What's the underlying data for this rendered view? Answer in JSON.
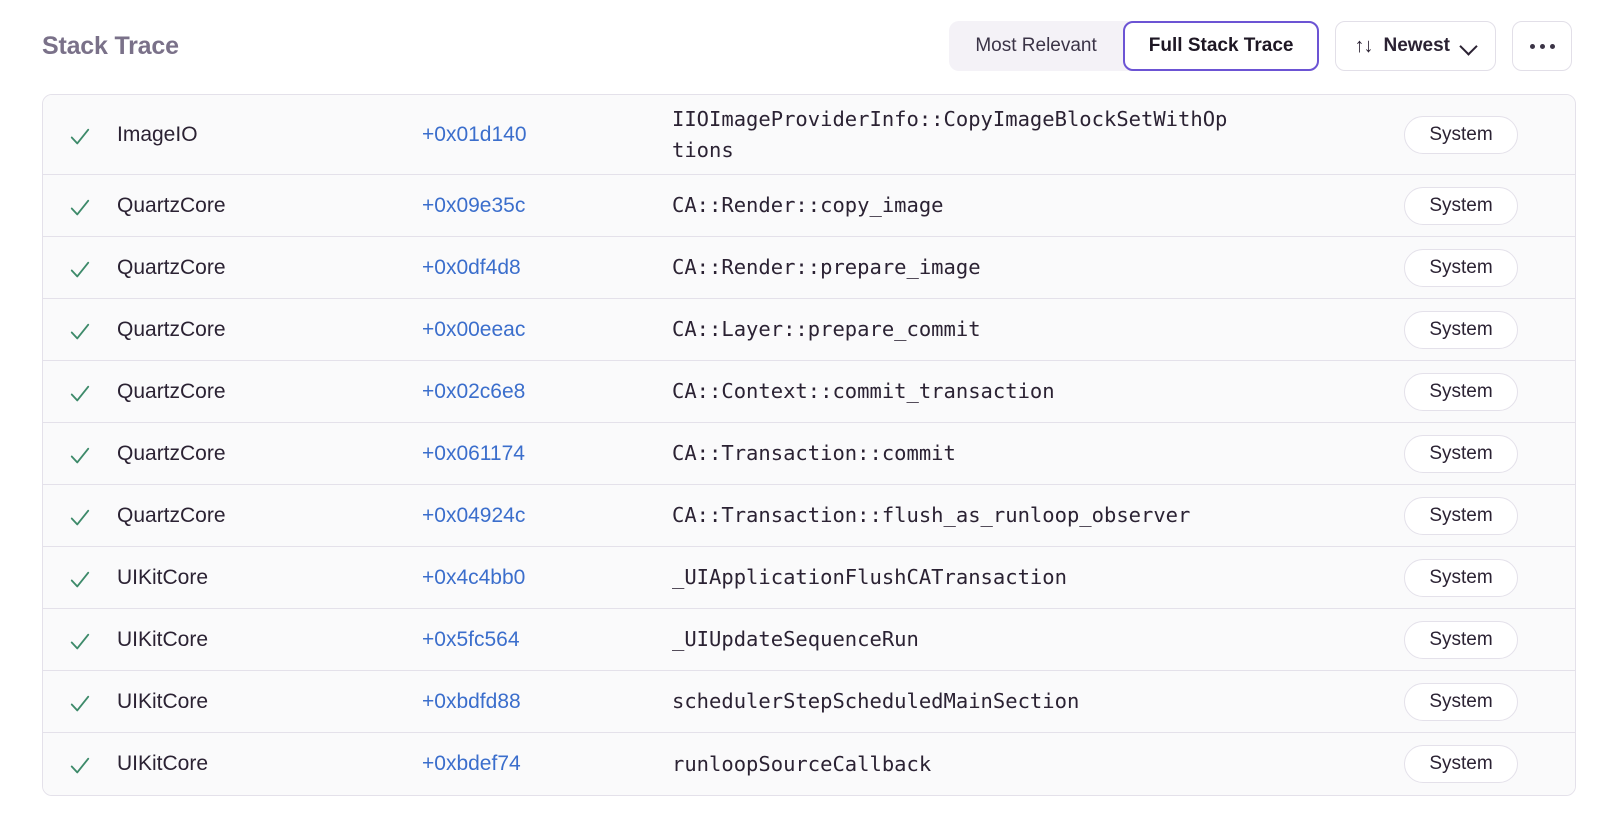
{
  "header": {
    "title": "Stack Trace",
    "segmented": {
      "options": [
        {
          "label": "Most Relevant",
          "selected": false
        },
        {
          "label": "Full Stack Trace",
          "selected": true
        }
      ]
    },
    "sort_button": {
      "icon": "sort-arrows-icon",
      "glyph": "↑↓",
      "label": "Newest",
      "chevron": "chevron-down-icon"
    },
    "more_button": {
      "icon": "ellipsis-icon",
      "label": "•••"
    }
  },
  "colors": {
    "title": "#7a7189",
    "accent_purple": "#6c54d4",
    "offset_blue": "#3b6ecc",
    "check_green": "#3d8a6a",
    "row_bg": "#fafafb",
    "border": "#e4e1ea",
    "segment_bg": "#f4f2f7"
  },
  "frames": [
    {
      "status": "check-icon",
      "module": "ImageIO",
      "offset": "+0x01d140",
      "function": "IIOImageProviderInfo::CopyImageBlockSetWithOp\ntions",
      "badge": "System",
      "wrapped": true
    },
    {
      "status": "check-icon",
      "module": "QuartzCore",
      "offset": "+0x09e35c",
      "function": "CA::Render::copy_image",
      "badge": "System",
      "wrapped": false
    },
    {
      "status": "check-icon",
      "module": "QuartzCore",
      "offset": "+0x0df4d8",
      "function": "CA::Render::prepare_image",
      "badge": "System",
      "wrapped": false
    },
    {
      "status": "check-icon",
      "module": "QuartzCore",
      "offset": "+0x00eeac",
      "function": "CA::Layer::prepare_commit",
      "badge": "System",
      "wrapped": false
    },
    {
      "status": "check-icon",
      "module": "QuartzCore",
      "offset": "+0x02c6e8",
      "function": "CA::Context::commit_transaction",
      "badge": "System",
      "wrapped": false
    },
    {
      "status": "check-icon",
      "module": "QuartzCore",
      "offset": "+0x061174",
      "function": "CA::Transaction::commit",
      "badge": "System",
      "wrapped": false
    },
    {
      "status": "check-icon",
      "module": "QuartzCore",
      "offset": "+0x04924c",
      "function": "CA::Transaction::flush_as_runloop_observer",
      "badge": "System",
      "wrapped": false
    },
    {
      "status": "check-icon",
      "module": "UIKitCore",
      "offset": "+0x4c4bb0",
      "function": "_UIApplicationFlushCATransaction",
      "badge": "System",
      "wrapped": false
    },
    {
      "status": "check-icon",
      "module": "UIKitCore",
      "offset": "+0x5fc564",
      "function": "_UIUpdateSequenceRun",
      "badge": "System",
      "wrapped": false
    },
    {
      "status": "check-icon",
      "module": "UIKitCore",
      "offset": "+0xbdfd88",
      "function": "schedulerStepScheduledMainSection",
      "badge": "System",
      "wrapped": false
    },
    {
      "status": "check-icon",
      "module": "UIKitCore",
      "offset": "+0xbdef74",
      "function": "runloopSourceCallback",
      "badge": "System",
      "wrapped": false
    }
  ]
}
